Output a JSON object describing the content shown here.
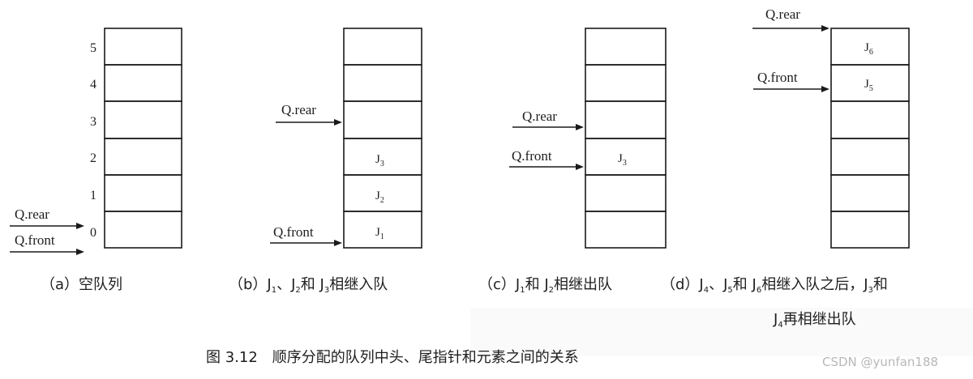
{
  "figure_caption": "图 3.12　顺序分配的队列中头、尾指针和元素之间的关系",
  "watermark": "CSDN @yunfan188",
  "indices": [
    "5",
    "4",
    "3",
    "2",
    "1",
    "0"
  ],
  "labels": {
    "rear": "Q.rear",
    "front": "Q.front"
  },
  "panels": [
    {
      "id": "a",
      "caption": "（a）空队列",
      "elements": []
    },
    {
      "id": "b",
      "caption_parts": [
        "（b）J",
        "1",
        "、J",
        "2",
        "和 J",
        "3",
        "相继入队"
      ],
      "elements": [
        {
          "slot": 2,
          "base": "J",
          "sub": "3"
        },
        {
          "slot": 1,
          "base": "J",
          "sub": "2"
        },
        {
          "slot": 0,
          "base": "J",
          "sub": "1"
        }
      ]
    },
    {
      "id": "c",
      "caption_parts": [
        "（c）J",
        "1",
        "和 J",
        "2",
        "相继出队"
      ],
      "elements": [
        {
          "slot": 2,
          "base": "J",
          "sub": "3"
        }
      ]
    },
    {
      "id": "d",
      "caption_parts": [
        "（d）J",
        "4",
        "、J",
        "5",
        "和 J",
        "6",
        "相继入队之后，J",
        "3",
        "和"
      ],
      "caption2_parts": [
        "J",
        "4",
        "再相继出队"
      ],
      "elements": [
        {
          "slot": 5,
          "base": "J",
          "sub": "6"
        },
        {
          "slot": 4,
          "base": "J",
          "sub": "5"
        }
      ]
    }
  ]
}
